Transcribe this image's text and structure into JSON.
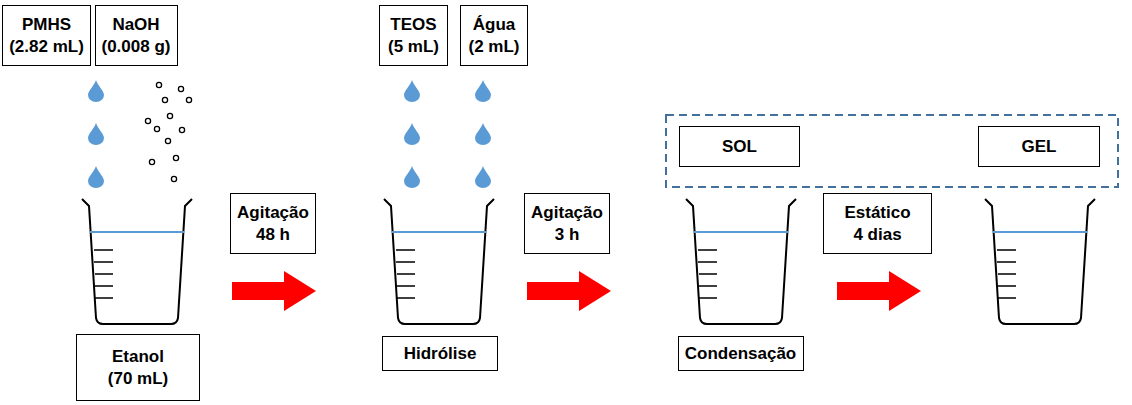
{
  "diagram": {
    "nodes": [
      {
        "text": [
          "PMHS",
          "(2.82 mL)"
        ]
      },
      {
        "text": [
          "NaOH",
          "(0.008 g)"
        ]
      },
      {
        "text": [
          "TEOS",
          "(5 mL)"
        ]
      },
      {
        "text": [
          "Água",
          "(2 mL)"
        ]
      },
      {
        "text": [
          "SOL"
        ]
      },
      {
        "text": [
          "GEL"
        ]
      },
      {
        "text": [
          "Agitação",
          "48 h"
        ]
      },
      {
        "text": [
          "Agitação",
          "3 h"
        ]
      },
      {
        "text": [
          "Estático",
          "4 dias"
        ]
      },
      {
        "text": [
          "Etanol",
          "(70 mL)"
        ]
      },
      {
        "text": [
          "Hidrólise"
        ]
      },
      {
        "text": [
          "Condensação"
        ]
      }
    ]
  }
}
